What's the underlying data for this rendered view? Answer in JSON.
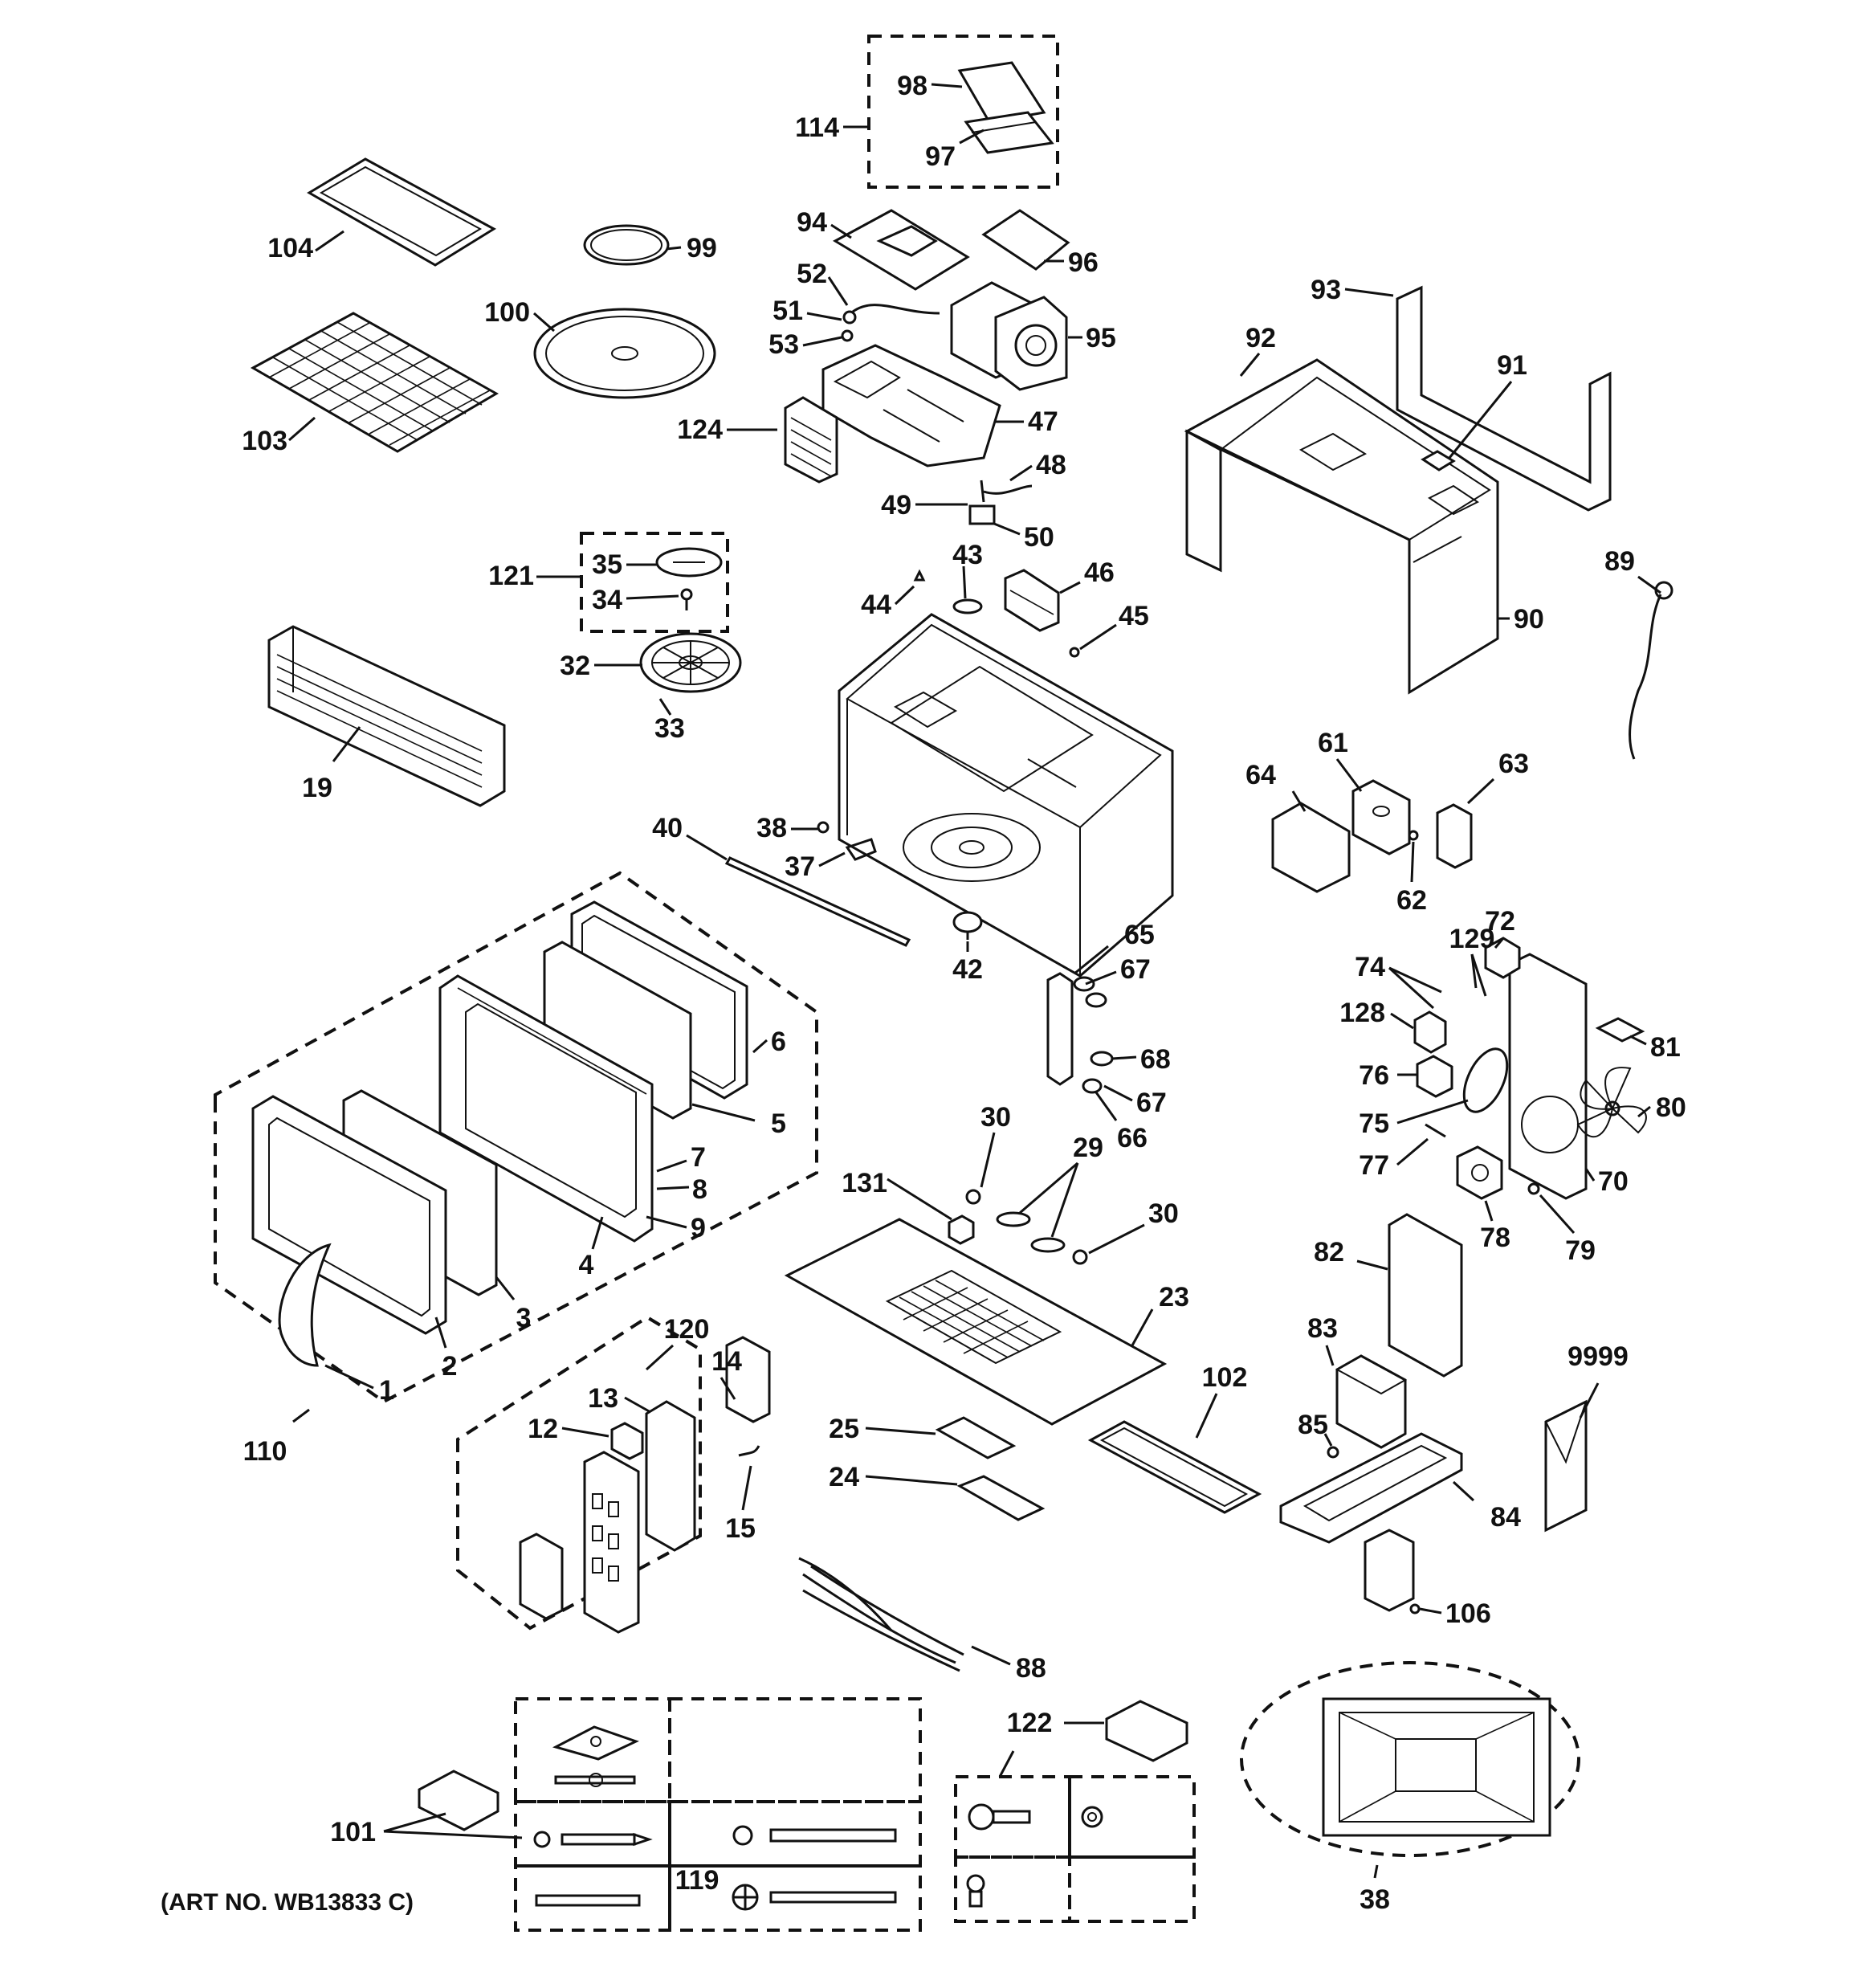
{
  "art_number": "(ART NO. WB13833 C)",
  "labels": {
    "l1": "1",
    "l2": "2",
    "l3": "3",
    "l4": "4",
    "l5": "5",
    "l6": "6",
    "l7": "7",
    "l8": "8",
    "l9": "9",
    "l12": "12",
    "l13": "13",
    "l14": "14",
    "l15": "15",
    "l19": "19",
    "l23": "23",
    "l24": "24",
    "l25": "25",
    "l29": "29",
    "l30a": "30",
    "l30b": "30",
    "l32": "32",
    "l33": "33",
    "l34": "34",
    "l35": "35",
    "l37": "37",
    "l38a": "38",
    "l38b": "38",
    "l40": "40",
    "l42": "42",
    "l43": "43",
    "l44": "44",
    "l45": "45",
    "l46": "46",
    "l47": "47",
    "l48": "48",
    "l49": "49",
    "l50": "50",
    "l51": "51",
    "l52": "52",
    "l53": "53",
    "l61": "61",
    "l62": "62",
    "l63": "63",
    "l64": "64",
    "l65": "65",
    "l66": "66",
    "l67a": "67",
    "l67b": "67",
    "l68": "68",
    "l70": "70",
    "l72": "72",
    "l74": "74",
    "l75": "75",
    "l76": "76",
    "l77": "77",
    "l78": "78",
    "l79": "79",
    "l80": "80",
    "l81": "81",
    "l82": "82",
    "l83": "83",
    "l84": "84",
    "l85": "85",
    "l88": "88",
    "l89": "89",
    "l90": "90",
    "l91": "91",
    "l92": "92",
    "l93": "93",
    "l94": "94",
    "l95": "95",
    "l96": "96",
    "l97": "97",
    "l98": "98",
    "l99": "99",
    "l100": "100",
    "l101": "101",
    "l102": "102",
    "l103": "103",
    "l104": "104",
    "l106": "106",
    "l110": "110",
    "l114": "114",
    "l119": "119",
    "l120": "120",
    "l121": "121",
    "l122": "122",
    "l124": "124",
    "l128": "128",
    "l129": "129",
    "l131": "131",
    "l9999": "9999"
  }
}
